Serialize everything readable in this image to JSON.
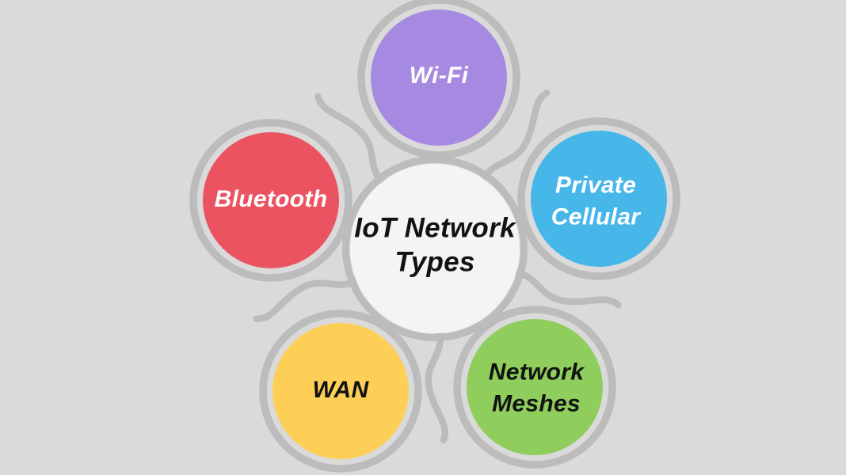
{
  "title": "IoT Network Types",
  "diagram": {
    "background_color": "#dadada",
    "outline_color": "#bcbcbc",
    "center": {
      "label": "IoT Network\nTypes",
      "fill": "#f4f4f4",
      "text_color": "#121212"
    },
    "nodes": [
      {
        "id": "wifi",
        "label": "Wi-Fi",
        "fill": "#a689e1",
        "text_color": "#ffffff"
      },
      {
        "id": "bluetooth",
        "label": "Bluetooth",
        "fill": "#ec5361",
        "text_color": "#ffffff"
      },
      {
        "id": "private-cellular",
        "label": "Private\nCellular",
        "fill": "#46b7e8",
        "text_color": "#ffffff"
      },
      {
        "id": "wan",
        "label": "WAN",
        "fill": "#fecf56",
        "text_color": "#121212"
      },
      {
        "id": "network-meshes",
        "label": "Network\nMeshes",
        "fill": "#8fcd5c",
        "text_color": "#121212"
      }
    ]
  }
}
